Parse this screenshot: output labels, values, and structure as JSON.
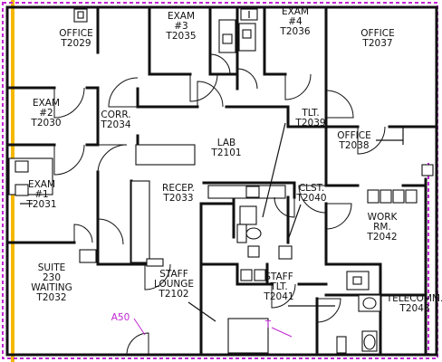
{
  "rooms": [
    {
      "id": "office-t2029",
      "lines": [
        "OFFICE",
        "T2029"
      ]
    },
    {
      "id": "exam3-t2035",
      "lines": [
        "EXAM",
        "#3",
        "T2035"
      ]
    },
    {
      "id": "exam4-t2036",
      "lines": [
        "EXAM",
        "#4",
        "T2036"
      ]
    },
    {
      "id": "office-t2037",
      "lines": [
        "OFFICE",
        "T2037"
      ]
    },
    {
      "id": "exam2-t2030",
      "lines": [
        "EXAM",
        "#2",
        "T2030"
      ]
    },
    {
      "id": "corr-t2034",
      "lines": [
        "CORR.",
        "T2034"
      ]
    },
    {
      "id": "tlt-t2039",
      "lines": [
        "TLT.",
        "T2039"
      ]
    },
    {
      "id": "lab-t2101",
      "lines": [
        "LAB",
        "T2101"
      ]
    },
    {
      "id": "office-t2038",
      "lines": [
        "OFFICE",
        "T2038"
      ]
    },
    {
      "id": "exam1-t2031",
      "lines": [
        "EXAM",
        "#1",
        "T2031"
      ]
    },
    {
      "id": "recep-t2033",
      "lines": [
        "RECEP.",
        "T2033"
      ]
    },
    {
      "id": "clst-t2040",
      "lines": [
        "CLST.",
        "T2040"
      ]
    },
    {
      "id": "workrm-t2042",
      "lines": [
        "WORK",
        "RM.",
        "T2042"
      ]
    },
    {
      "id": "suite-t2032",
      "lines": [
        "SUITE",
        "230",
        "WAITING",
        "T2032"
      ]
    },
    {
      "id": "lounge-t2102",
      "lines": [
        "STAFF",
        "LOUNGE",
        "T2102"
      ]
    },
    {
      "id": "stafftlt-t2041",
      "lines": [
        "STAFF",
        "TLT.",
        "T2041"
      ]
    },
    {
      "id": "telecomm-t2043",
      "lines": [
        "TELECOMM.",
        "T2043"
      ]
    }
  ],
  "markers": [
    {
      "id": "a50",
      "text": "A50"
    },
    {
      "id": "t",
      "text": "T"
    }
  ],
  "colors": {
    "wall": "#111111",
    "selection_border": "#c026d3",
    "highlight": "#f5b700",
    "marker_text": "#c026d3"
  }
}
